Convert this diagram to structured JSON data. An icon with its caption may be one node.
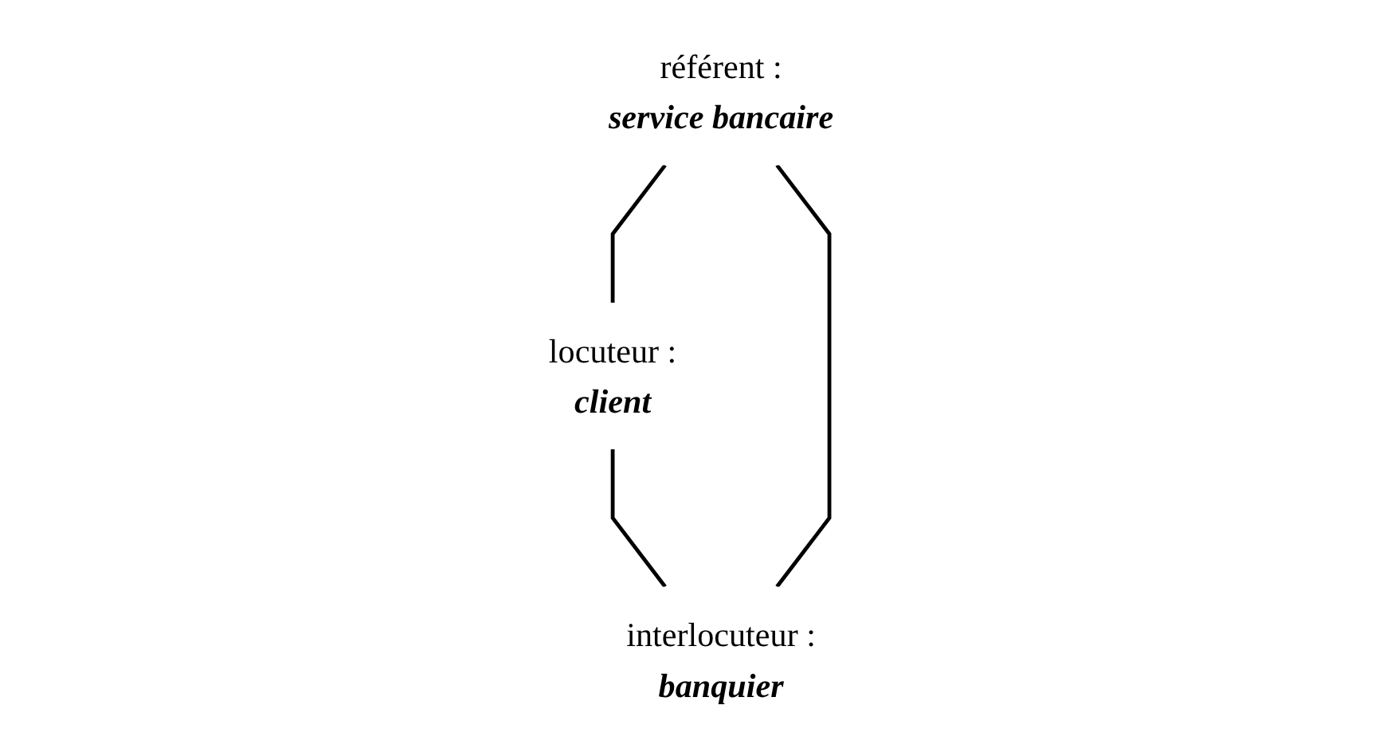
{
  "diagram": {
    "nodes": [
      {
        "text": [
          "référent :",
          "service bancaire"
        ]
      },
      {
        "text": [
          "locuteur :",
          "client"
        ]
      },
      {
        "text": [
          "interlocuteur :",
          "banquier"
        ]
      }
    ],
    "edges": [
      {
        "from": 0,
        "to": 1,
        "arrow": "none"
      },
      {
        "from": 1,
        "to": 2,
        "arrow": "none"
      },
      {
        "from": 2,
        "to": 0,
        "arrow": "none"
      }
    ]
  }
}
